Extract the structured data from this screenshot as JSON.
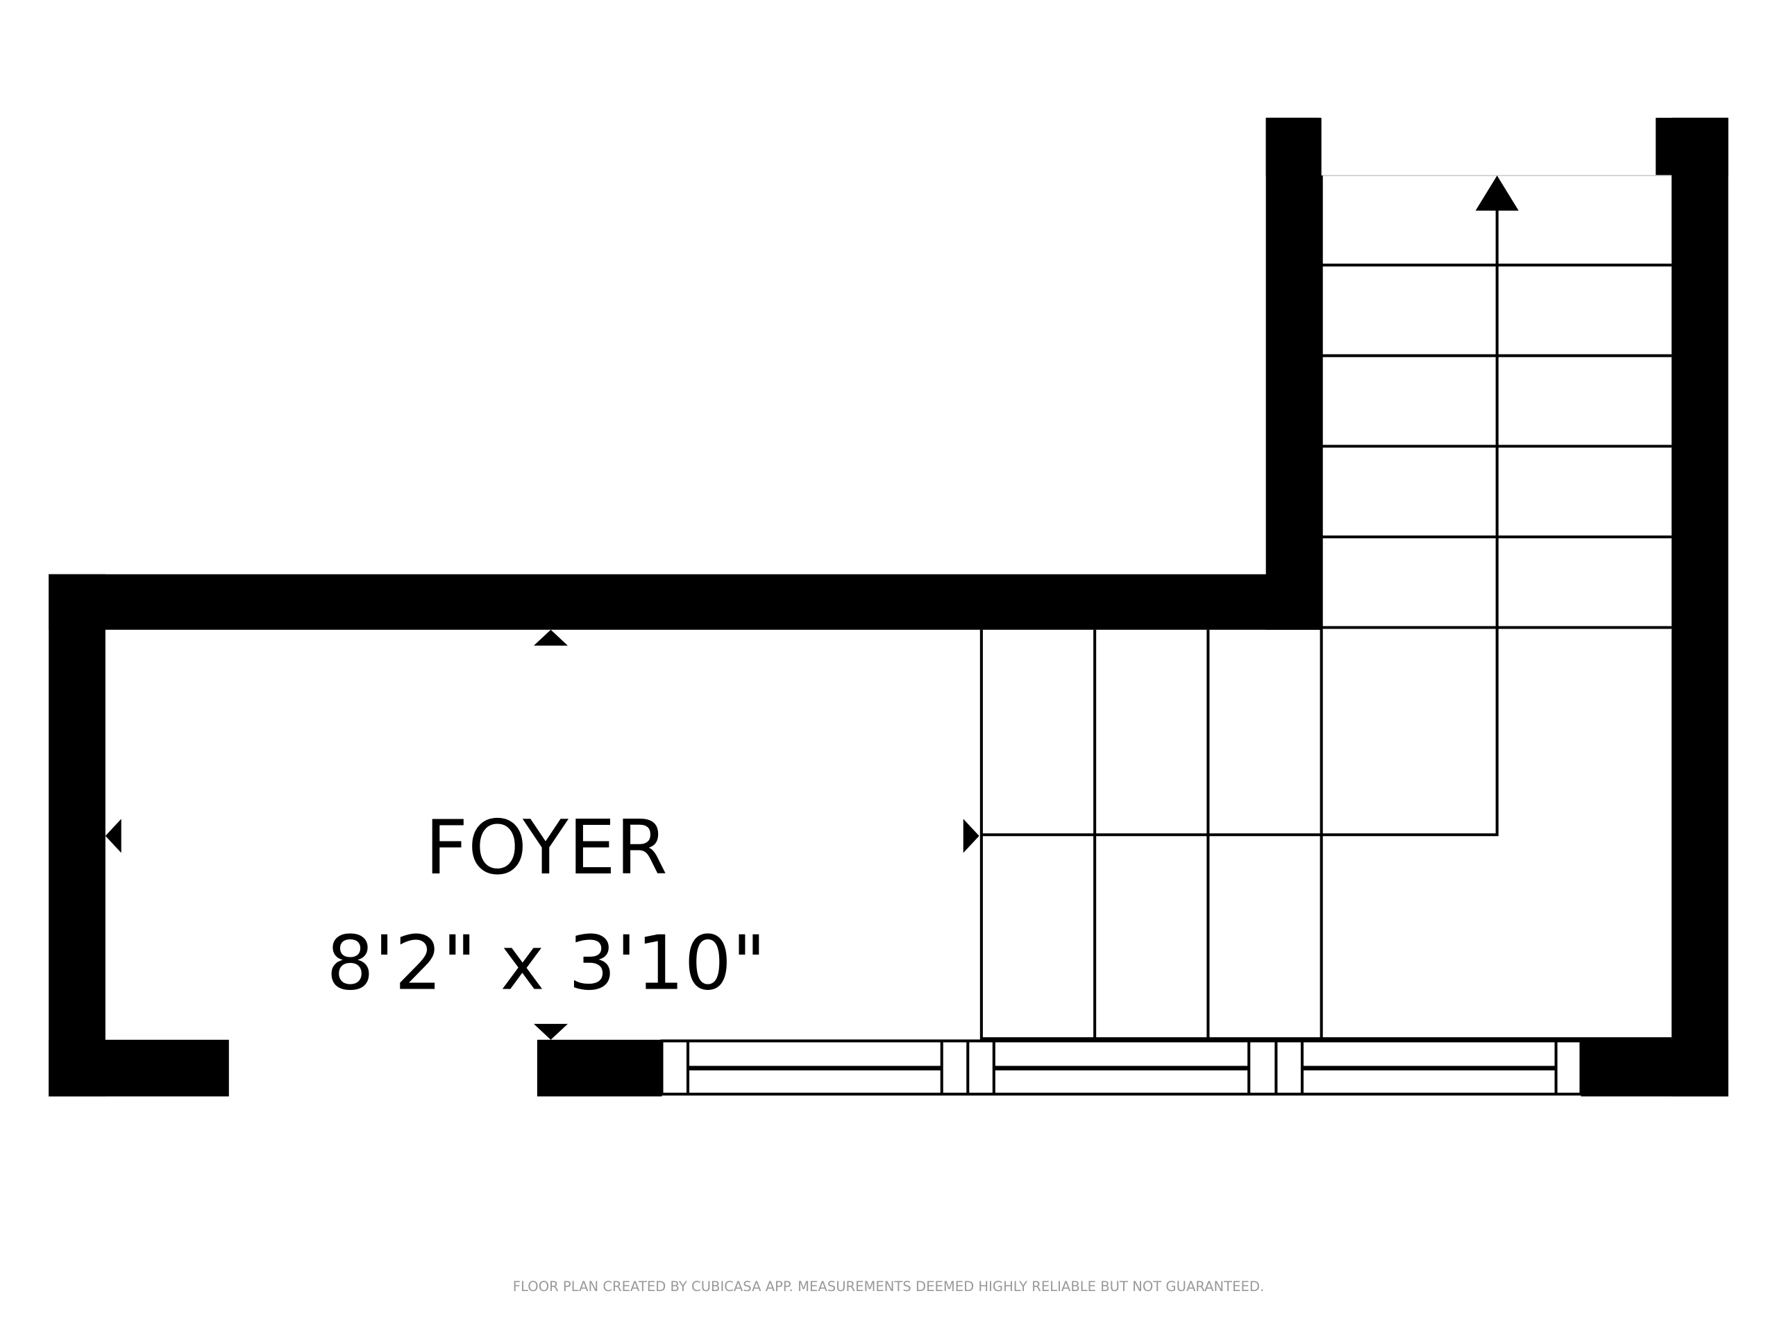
{
  "room": {
    "name": "FOYER",
    "dimensions": "8'2\" x 3'10\""
  },
  "footer": {
    "disclaimer": "FLOOR PLAN CREATED BY CUBICASA APP. MEASUREMENTS DEEMED HIGHLY RELIABLE BUT NOT GUARANTEED."
  },
  "colors": {
    "wall": "#000000",
    "background": "#ffffff",
    "footer_text": "#9a9a9a"
  }
}
